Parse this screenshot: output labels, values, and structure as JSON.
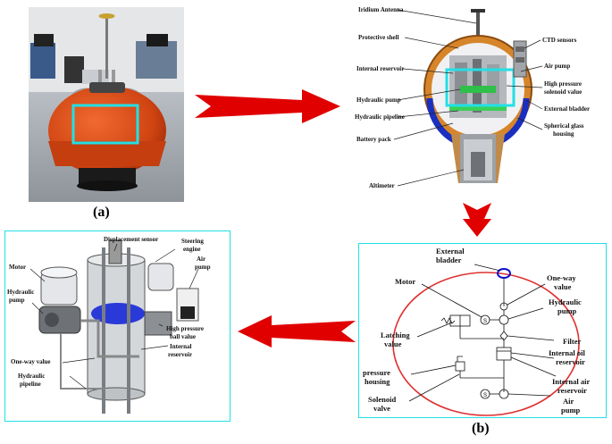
{
  "panel_labels": {
    "a": "(a)",
    "b": "(b)"
  },
  "top_right_labels": {
    "iridium_antenna": "Iridium Antenna",
    "protective_shell": "Protective shell",
    "internal_reservoir": "Internal reservoir",
    "hydraulic_pump": "Hydraulic pump",
    "hydraulic_pipeline": "Hydraulic pipeline",
    "battery_pack": "Battery pack",
    "altimeter": "Altimeter",
    "ctd_sensors": "CTD sensors",
    "air_pump": "Air pump",
    "high_pressure_solenoid_1": "High pressure",
    "high_pressure_solenoid_2": "solenoid value",
    "external_bladder": "External bladder",
    "spherical_glass_1": "Spherical glass",
    "spherical_glass_2": "housing"
  },
  "schematic_labels": {
    "external_bladder_1": "External",
    "external_bladder_2": "bladder",
    "motor": "Motor",
    "one_way_1": "One-way",
    "one_way_2": "value",
    "hydraulic_1": "Hydraulic",
    "hydraulic_2": "pump",
    "latching_1": "Latching",
    "latching_2": "value",
    "filter": "Filter",
    "internal_oil_1": "Internal oil",
    "internal_oil_2": "reservoir",
    "pressure_housing_1": "pressure",
    "pressure_housing_2": "housing",
    "internal_air_1": "Internal air",
    "internal_air_2": "reservoir",
    "solenoid_1": "Solenoid",
    "solenoid_2": "valve",
    "air_pump_1": "Air",
    "air_pump_2": "pump",
    "symbol_s": "S"
  },
  "bottom_left_labels": {
    "displacement_sensor": "Displacement sensor",
    "steering_1": "Steering",
    "steering_2": "engine",
    "air_1": "Air",
    "air_2": "pump",
    "motor": "Motor",
    "hydraulic_1": "Hydraulic",
    "hydraulic_2": "pump",
    "high_pressure_1": "High pressure",
    "high_pressure_2": "ball value",
    "internal_1": "Internal",
    "internal_2": "reservoir",
    "one_way": "One-way value",
    "pipeline_1": "Hydraulic",
    "pipeline_2": "pipeline"
  },
  "colors": {
    "highlight": "#22e0e6",
    "arrow": "#e00000",
    "circle": "#e03030",
    "bladder": "#1010d0",
    "float_orange": "#d84818"
  }
}
